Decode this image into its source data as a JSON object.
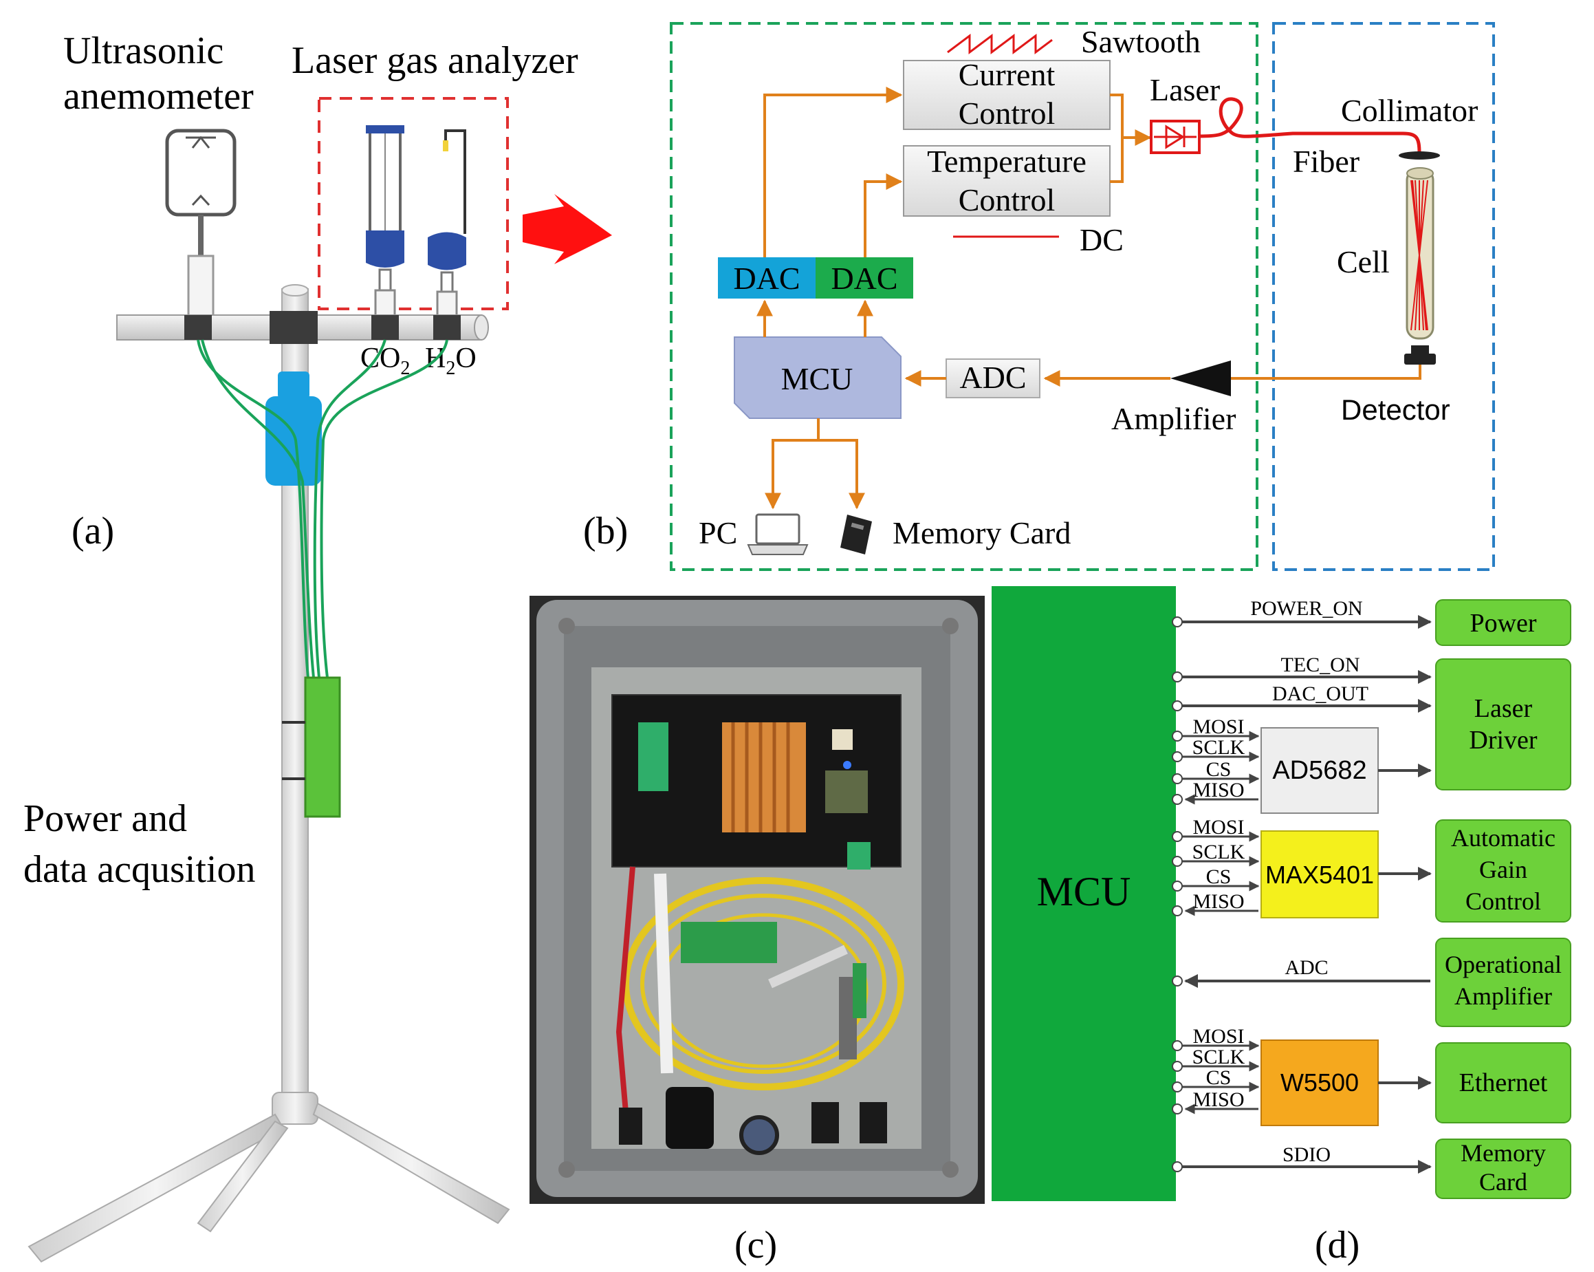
{
  "panel_a": {
    "anemometer_label_1": "Ultrasonic",
    "anemometer_label_2": "anemometer",
    "analyzer_label": "Laser gas analyzer",
    "co2_main": "CO",
    "co2_sub": "2",
    "h2o_h": "H",
    "h2o_sub": "2",
    "h2o_o": "O",
    "power_label_1": "Power and",
    "power_label_2": "data acqusition",
    "panel_label": "(a)"
  },
  "panel_b": {
    "sawtooth": "Sawtooth",
    "current_control_1": "Current",
    "current_control_2": "Control",
    "temperature_control_1": "Temperature",
    "temperature_control_2": "Control",
    "laser": "Laser",
    "collimator": "Collimator",
    "fiber": "Fiber",
    "cell": "Cell",
    "dc": "DC",
    "dac_1": "DAC",
    "dac_2": "DAC",
    "mcu": "MCU",
    "adc": "ADC",
    "amplifier": "Amplifier",
    "detector": "Detector",
    "pc": "PC",
    "memory_card": "Memory Card",
    "panel_label": "(b)"
  },
  "panel_c": {
    "panel_label": "(c)"
  },
  "panel_d": {
    "mcu": "MCU",
    "signals": {
      "power_on": "POWER_ON",
      "tec_on": "TEC_ON",
      "dac_out": "DAC_OUT",
      "adc": "ADC",
      "sdio": "SDIO"
    },
    "spi": {
      "mosi": "MOSI",
      "sclk": "SCLK",
      "cs": "CS",
      "miso": "MISO"
    },
    "chips": {
      "ad5682": "AD5682",
      "max5401": "MAX5401",
      "w5500": "W5500"
    },
    "blocks": {
      "power": "Power",
      "laser_driver_1": "Laser",
      "laser_driver_2": "Driver",
      "agc_1": "Automatic",
      "agc_2": "Gain",
      "agc_3": "Control",
      "opamp_1": "Operational",
      "opamp_2": "Amplifier",
      "ethernet": "Ethernet",
      "memory_card_1": "Memory",
      "memory_card_2": "Card"
    },
    "panel_label": "(d)"
  },
  "colors": {
    "green_dashed": "#1aa35a",
    "blue_dashed": "#2a7fc4",
    "red_dashed": "#e03030",
    "orange_line": "#e0801a",
    "mcu_green": "#10a83c",
    "block_green": "#6dd13a",
    "chip_gray": "#eeeeee",
    "chip_yellow": "#f4f01c",
    "chip_orange": "#f5a81e",
    "dac_blue": "#14a3d8",
    "dac_green": "#1cab4c",
    "mcu_b_fill": "#aeb8de",
    "wire_green": "#1aa35a",
    "fiber_red": "#e01818"
  }
}
